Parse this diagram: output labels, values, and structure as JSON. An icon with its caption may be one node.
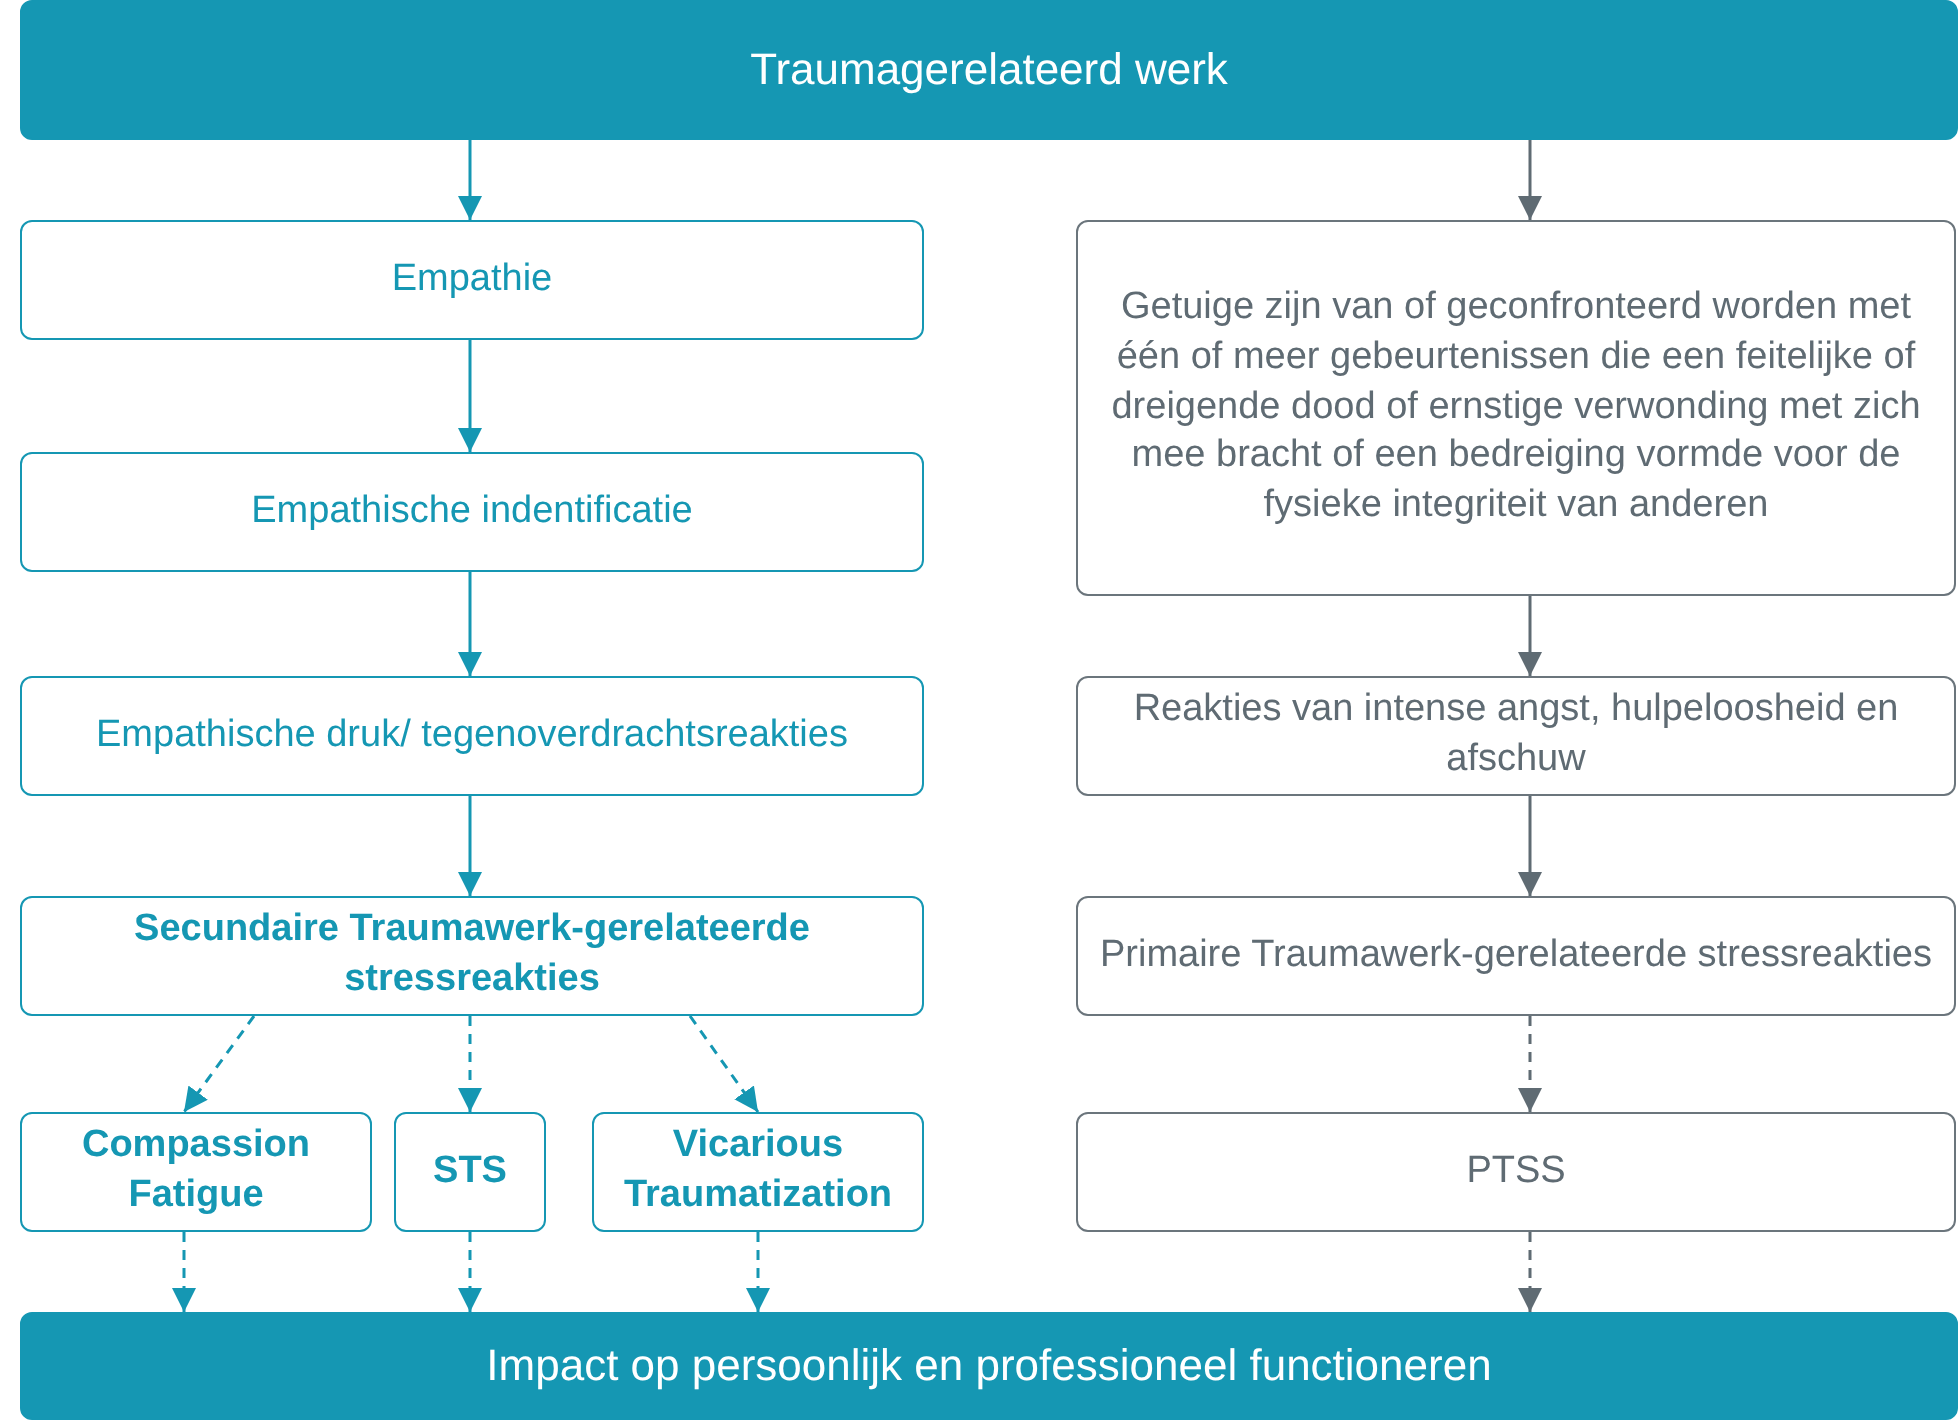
{
  "diagram": {
    "nodes": [
      {
        "text": [
          "Traumagerelateerd werk"
        ]
      },
      {
        "text": [
          "Empathie"
        ]
      },
      {
        "text": [
          "Empathische indentificatie"
        ]
      },
      {
        "text": [
          "Empathische druk/ tegenoverdrachtsreakties"
        ]
      },
      {
        "text": [
          "Secundaire Traumawerk-gerelateerde stressreakties"
        ]
      },
      {
        "text": [
          "Compassion Fatigue"
        ]
      },
      {
        "text": [
          "STS"
        ]
      },
      {
        "text": [
          "Vicarious Traumatization"
        ]
      },
      {
        "text": [
          "Getuige zijn van of geconfronteerd worden met één of meer gebeurtenissen die een feitelijke of dreigende dood of ernstige verwonding met zich mee bracht of een bedreiging vormde voor de fysieke integriteit van anderen"
        ]
      },
      {
        "text": [
          "Reakties van intense angst, hulpeloosheid en afschuw"
        ]
      },
      {
        "text": [
          "Primaire Traumawerk-gerelateerde stressreakties"
        ]
      },
      {
        "text": [
          "PTSS"
        ]
      },
      {
        "text": [
          "Impact op persoonlijk en professioneel functioneren"
        ]
      }
    ],
    "edges": [
      {
        "from": 0,
        "to": 1,
        "arrow": "to"
      },
      {
        "from": 1,
        "to": 2,
        "arrow": "to"
      },
      {
        "from": 2,
        "to": 3,
        "arrow": "to"
      },
      {
        "from": 3,
        "to": 4,
        "arrow": "to"
      },
      {
        "from": 4,
        "to": 5,
        "arrow": "to",
        "style": "dashed"
      },
      {
        "from": 4,
        "to": 6,
        "arrow": "to",
        "style": "dashed"
      },
      {
        "from": 4,
        "to": 7,
        "arrow": "to",
        "style": "dashed"
      },
      {
        "from": 5,
        "to": 12,
        "arrow": "to",
        "style": "dashed"
      },
      {
        "from": 6,
        "to": 12,
        "arrow": "to",
        "style": "dashed"
      },
      {
        "from": 7,
        "to": 12,
        "arrow": "to",
        "style": "dashed"
      },
      {
        "from": 0,
        "to": 8,
        "arrow": "to",
        "color": "#5f6b73"
      },
      {
        "from": 8,
        "to": 9,
        "arrow": "to",
        "color": "#5f6b73"
      },
      {
        "from": 9,
        "to": 10,
        "arrow": "to",
        "color": "#5f6b73"
      },
      {
        "from": 10,
        "to": 11,
        "arrow": "to",
        "style": "dashed",
        "color": "#5f6b73"
      },
      {
        "from": 11,
        "to": 12,
        "arrow": "to",
        "style": "dashed",
        "color": "#5f6b73"
      }
    ]
  }
}
